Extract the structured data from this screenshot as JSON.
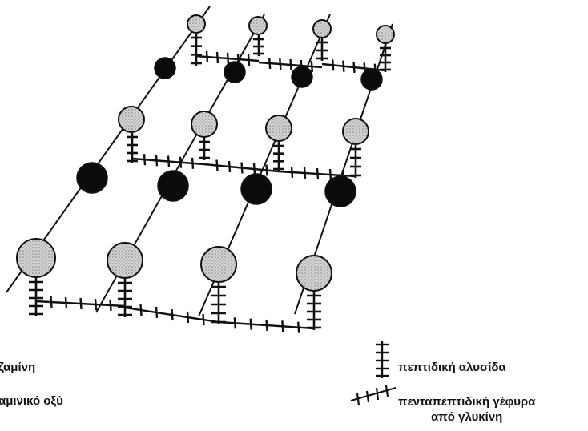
{
  "legend": {
    "nag_label": "ζαμίνη",
    "nam_label": "αμινικό οξύ",
    "peptide_chain_label": "πεπτιδική αλυσίδα",
    "bridge_label_line1": "πενταπεπτιδική γέφυρα",
    "bridge_label_line2": "από γλυκίνη"
  },
  "colors": {
    "ink": "#111111",
    "grey_sugar": "#bdbdbd",
    "black_sugar": "#0b0b0b"
  },
  "icons": [
    "peptide-chain-icon",
    "glycine-bridge-icon"
  ]
}
